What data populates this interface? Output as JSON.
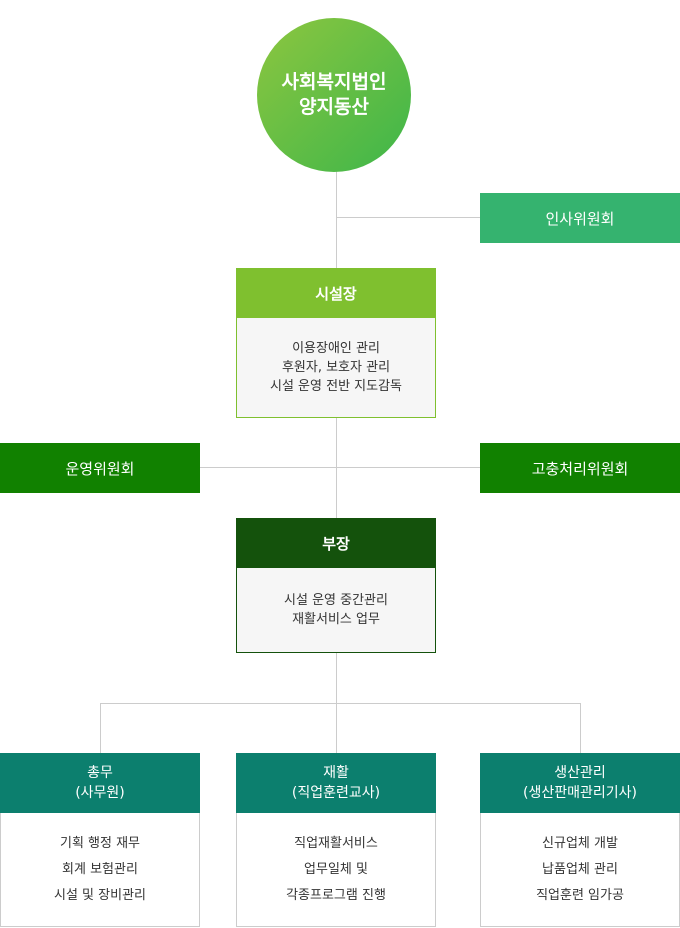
{
  "root": {
    "line1": "사회복지법인",
    "line2": "양지동산"
  },
  "hr_committee": "인사위원회",
  "director": {
    "title": "시설장",
    "duties": [
      "이용장애인 관리",
      "후원자, 보호자 관리",
      "시설 운영 전반 지도감독"
    ]
  },
  "operations_committee": "운영위원회",
  "grievance_committee": "고충처리위원회",
  "manager": {
    "title": "부장",
    "duties": [
      "시설 운영 중간관리",
      "재활서비스 업무"
    ]
  },
  "departments": [
    {
      "title": "총무",
      "subtitle": "(사무원)",
      "duties": [
        "기획 행정 재무",
        "회계 보험관리",
        "시설 및 장비관리"
      ]
    },
    {
      "title": "재활",
      "subtitle": "(직업훈련교사)",
      "duties": [
        "직업재활서비스",
        "업무일체 및",
        "각종프로그램 진행"
      ]
    },
    {
      "title": "생산관리",
      "subtitle": "(생산판매관리기사)",
      "duties": [
        "신규업체 개발",
        "납품업체 관리",
        "직업훈련 임가공"
      ]
    }
  ],
  "colors": {
    "circle_gradient": [
      "#8dc63f",
      "#3db64a"
    ],
    "hr_committee": "#35b36f",
    "director_header": "#7fc02f",
    "committees": "#118100",
    "manager_header": "#14520c",
    "departments": "#0c7f6e",
    "connector": "#cccccc"
  }
}
